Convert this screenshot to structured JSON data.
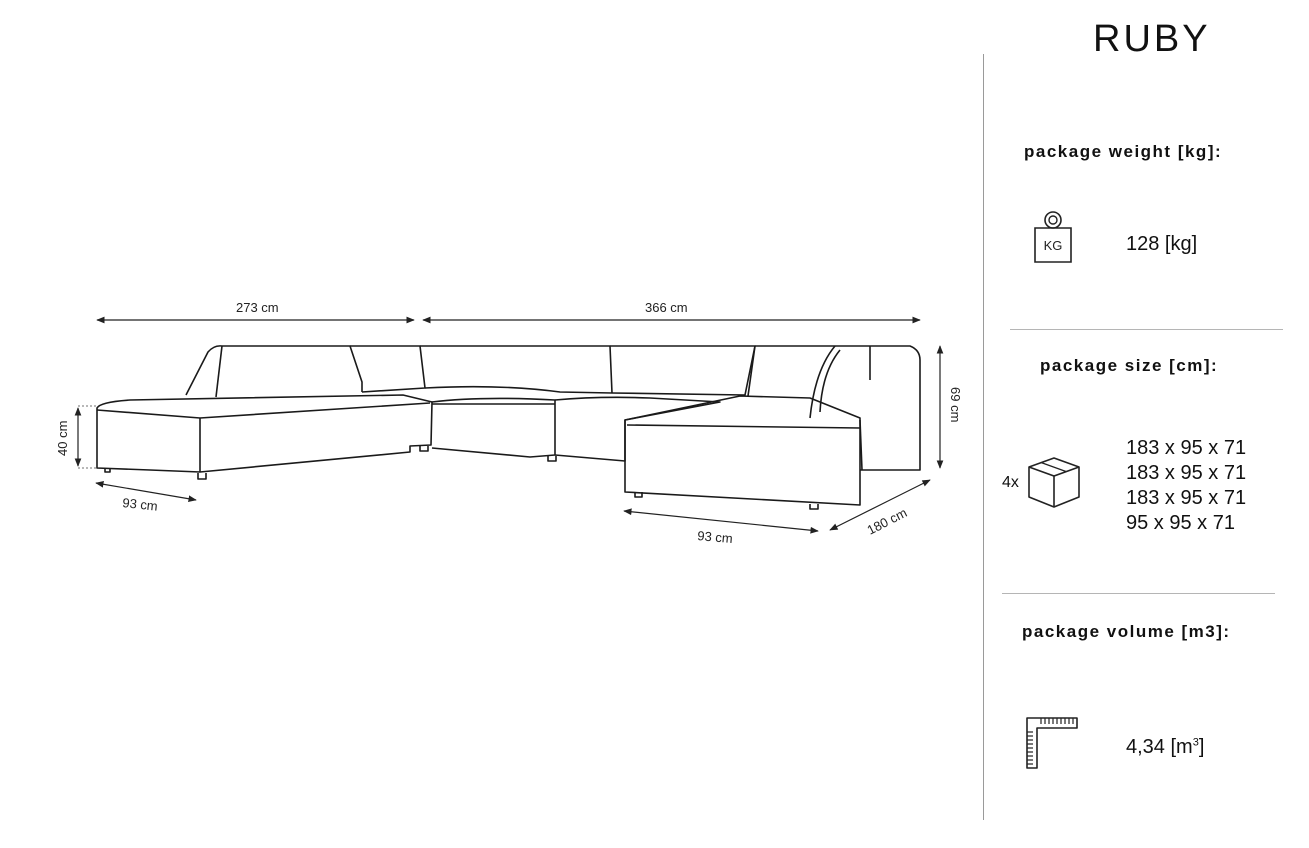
{
  "product": {
    "name": "RUBY"
  },
  "dimensions": {
    "width_left": "273 cm",
    "width_right": "366 cm",
    "seat_height": "40 cm",
    "total_height": "69 cm",
    "depth_left": "93 cm",
    "depth_right": "93 cm",
    "chaise_length": "180 cm"
  },
  "weight": {
    "heading": "package weight [kg]:",
    "icon_label": "KG",
    "icon": "weight-icon",
    "value": "128 [kg]"
  },
  "size": {
    "heading": "package size [cm]:",
    "icon": "package-box-icon",
    "quantity": "4x",
    "rows": [
      "183 x 95 x 71",
      "183 x 95 x 71",
      "183 x 95 x 71",
      "95 x 95 x 71"
    ]
  },
  "volume": {
    "heading": "package volume [m3]:",
    "icon": "ruler-corner-icon",
    "value": "4,34 [m",
    "unit_exp": "3",
    "suffix": "]"
  }
}
